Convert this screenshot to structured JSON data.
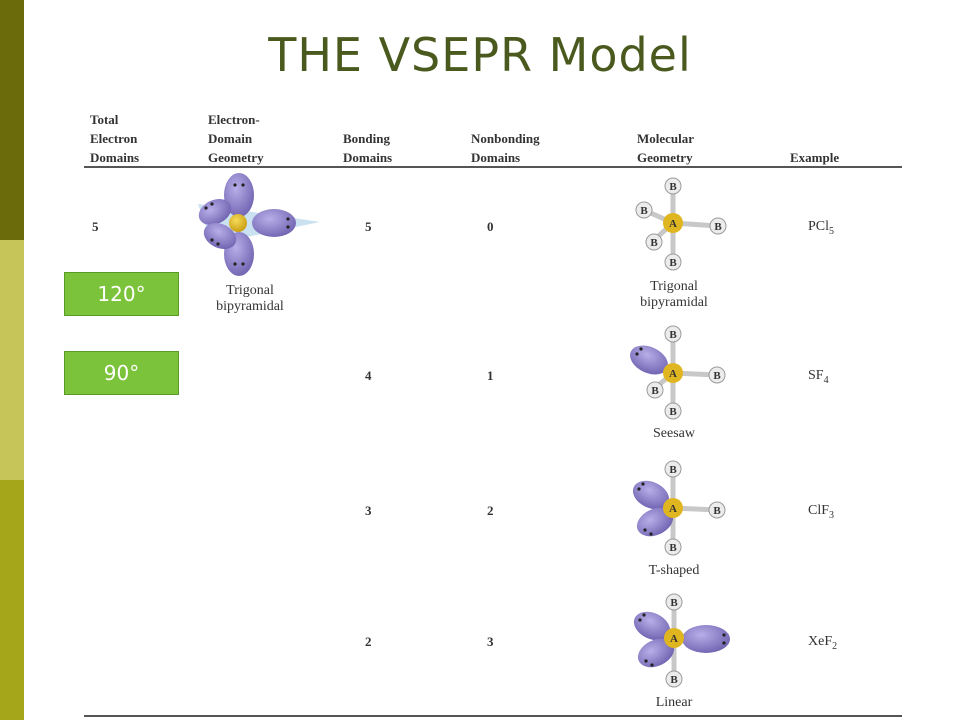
{
  "slide": {
    "title": "THE VSEPR Model",
    "accent_colors": {
      "dark_olive": "#6b6b0c",
      "light_olive": "#c5c55a",
      "mid_olive": "#a6a61a",
      "badge_green": "#7cc33c",
      "lobe_purple": "#8f83c9",
      "atom_gold": "#e0b620"
    }
  },
  "table": {
    "headers": [
      "Total\nElectron\nDomains",
      "Electron-\nDomain\nGeometry",
      "Bonding\nDomains",
      "Nonbonding\nDomains",
      "Molecular\nGeometry",
      "Example"
    ],
    "total_electron_domains": "5",
    "electron_domain_geometry": "Trigonal\nbipyramidal",
    "rows": [
      {
        "bonding": "5",
        "nonbonding": "0",
        "molecular_geometry": "Trigonal\nbipyramidal",
        "example_base": "PCl",
        "example_sub": "5"
      },
      {
        "bonding": "4",
        "nonbonding": "1",
        "molecular_geometry": "Seesaw",
        "example_base": "SF",
        "example_sub": "4"
      },
      {
        "bonding": "3",
        "nonbonding": "2",
        "molecular_geometry": "T-shaped",
        "example_base": "ClF",
        "example_sub": "3"
      },
      {
        "bonding": "2",
        "nonbonding": "3",
        "molecular_geometry": "Linear",
        "example_base": "XeF",
        "example_sub": "2"
      }
    ]
  },
  "atom_labels": {
    "central": "A",
    "bonded": "B"
  },
  "angle_badges": [
    "120°",
    "90°"
  ]
}
